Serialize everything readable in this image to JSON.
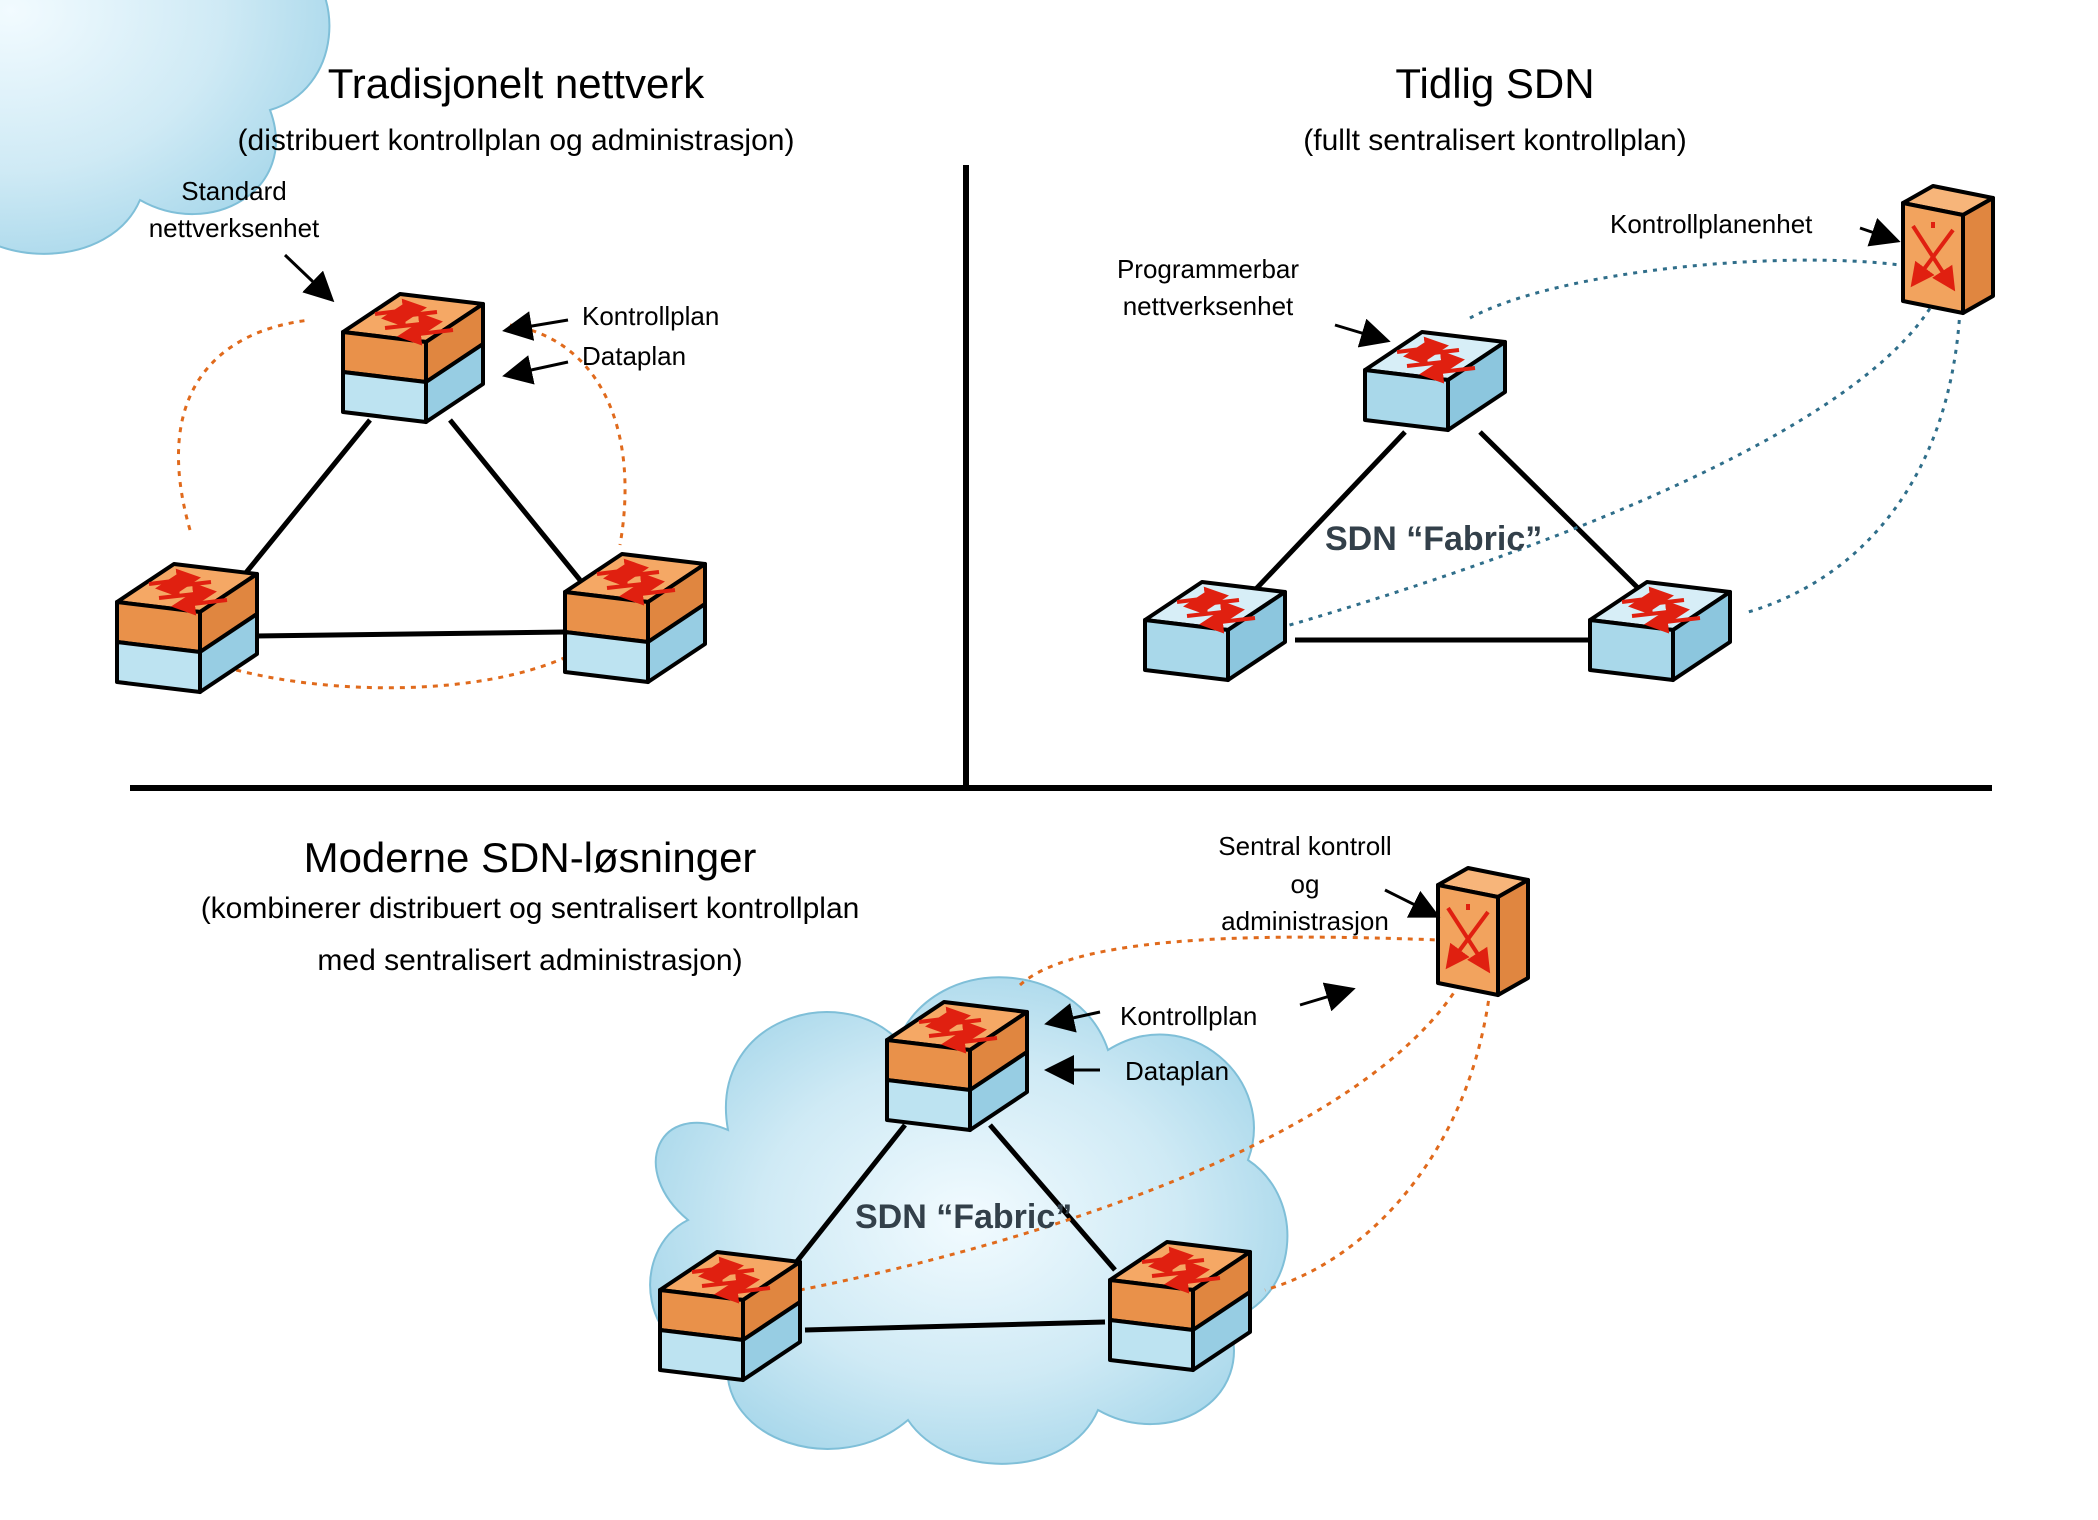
{
  "panels": {
    "traditional": {
      "title": "Tradisjonelt nettverk",
      "subtitle": "(distribuert kontrollplan og administrasjon)",
      "device_label": "Standard nettverksenhet",
      "device_label_line1": "Standard",
      "device_label_line2": "nettverksenhet",
      "control_label": "Kontrollplan",
      "data_label": "Dataplan"
    },
    "early_sdn": {
      "title": "Tidlig SDN",
      "subtitle": "(fullt sentralisert kontrollplan)",
      "controller_label": "Kontrollplanenhet",
      "device_label": "Programmerbar nettverksenhet",
      "device_label_line1": "Programmerbar",
      "device_label_line2": "nettverksenhet",
      "fabric_label": "SDN “Fabric”"
    },
    "modern_sdn": {
      "title": "Moderne SDN-løsninger",
      "subtitle_line1": "(kombinerer distribuert og sentralisert kontrollplan",
      "subtitle_line2": "med sentralisert administrasjon)",
      "controller_label_line1": "Sentral kontroll",
      "controller_label_line2": "og",
      "controller_label_line3": "administrasjon",
      "control_label": "Kontrollplan",
      "data_label": "Dataplan",
      "fabric_label": "SDN “Fabric”"
    }
  },
  "colors": {
    "orange_top": "#f5a865",
    "orange_side": "#e9914a",
    "blue_top": "#cde9f4",
    "blue_side": "#9fd2e6",
    "arrow_red": "#e02010",
    "orange_dotted": "#e06a1c",
    "blue_dotted": "#2f6e8a",
    "cloud": "#a9d8ea",
    "line": "#000000"
  },
  "icons": {
    "switch": "network-switch-icon",
    "controller": "controller-device-icon"
  }
}
